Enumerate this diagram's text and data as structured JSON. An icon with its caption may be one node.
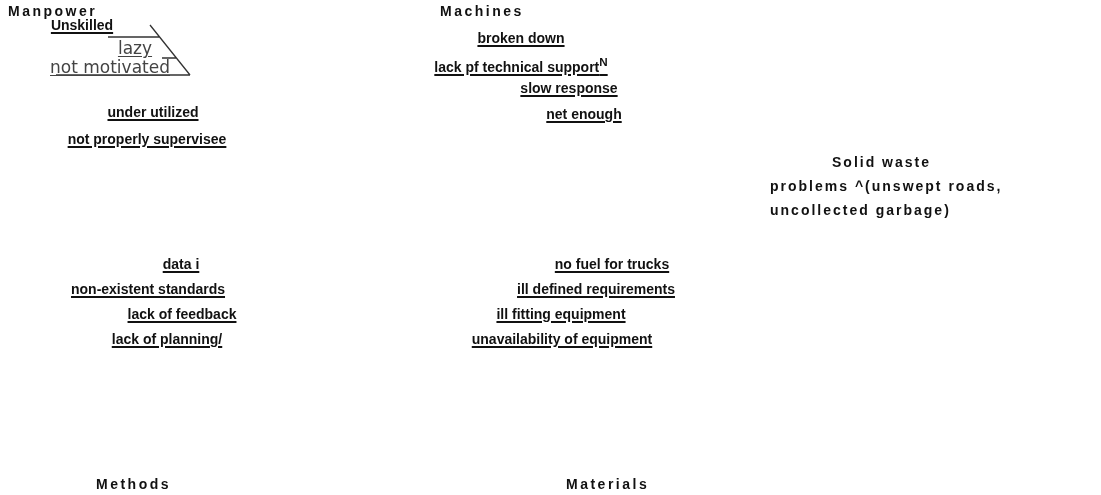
{
  "diagram": {
    "labels": [
      "Manpower",
      "Unskilled",
      "lazy",
      "not motivated",
      "under utilized",
      "not properly supervisee",
      "Machines",
      "broken down",
      "lack pf technical support$^{N}$",
      "slow response",
      "net enough",
      "Solid waste problems ^(unswept roads, uncollected garbage)",
      "data i",
      "non-existent standards",
      "lack of feedback",
      "lack of planning/",
      "no fuel for trucks",
      "ill defined requirements",
      "ill fitting equipment",
      "unavailability of equipment",
      "Methods",
      "Materials"
    ]
  }
}
